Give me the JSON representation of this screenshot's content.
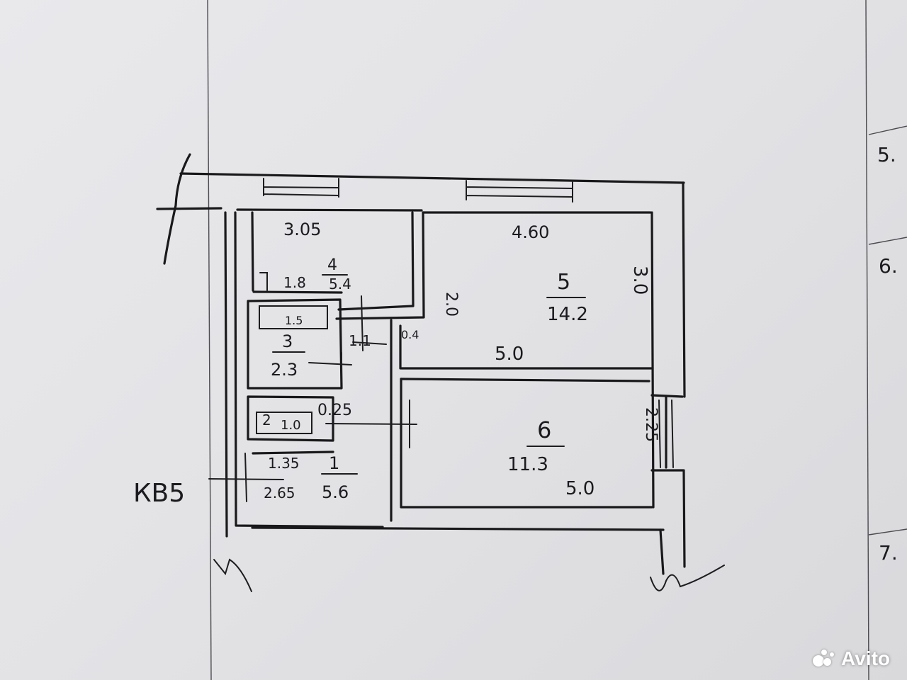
{
  "dimensions": {
    "top_left_width": "3.05",
    "top_right_width": "4.60",
    "room4_side": "2.0",
    "room5_side": "3.0",
    "shared_wall": "5.0",
    "bath_side": "1.1",
    "door_gap": "0.4",
    "wc_side": "0.25",
    "room6_side": "2.25",
    "room6_bottom": "5.0",
    "hall_width_top": "1.35",
    "hall_width_bottom": "2.65",
    "bath_tub": "1.5",
    "kitchen_stove": "1.8"
  },
  "rooms": [
    {
      "num": "4",
      "area": "5.4"
    },
    {
      "num": "5",
      "area": "14.2"
    },
    {
      "num": "3",
      "area": "2.3"
    },
    {
      "num": "2",
      "area": "1.0"
    },
    {
      "num": "1",
      "area": "5.6"
    },
    {
      "num": "6",
      "area": "11.3"
    }
  ],
  "entrance_label": "КВ5",
  "margin_numbers": [
    "5.",
    "6.",
    "7."
  ],
  "watermark": "Avito"
}
